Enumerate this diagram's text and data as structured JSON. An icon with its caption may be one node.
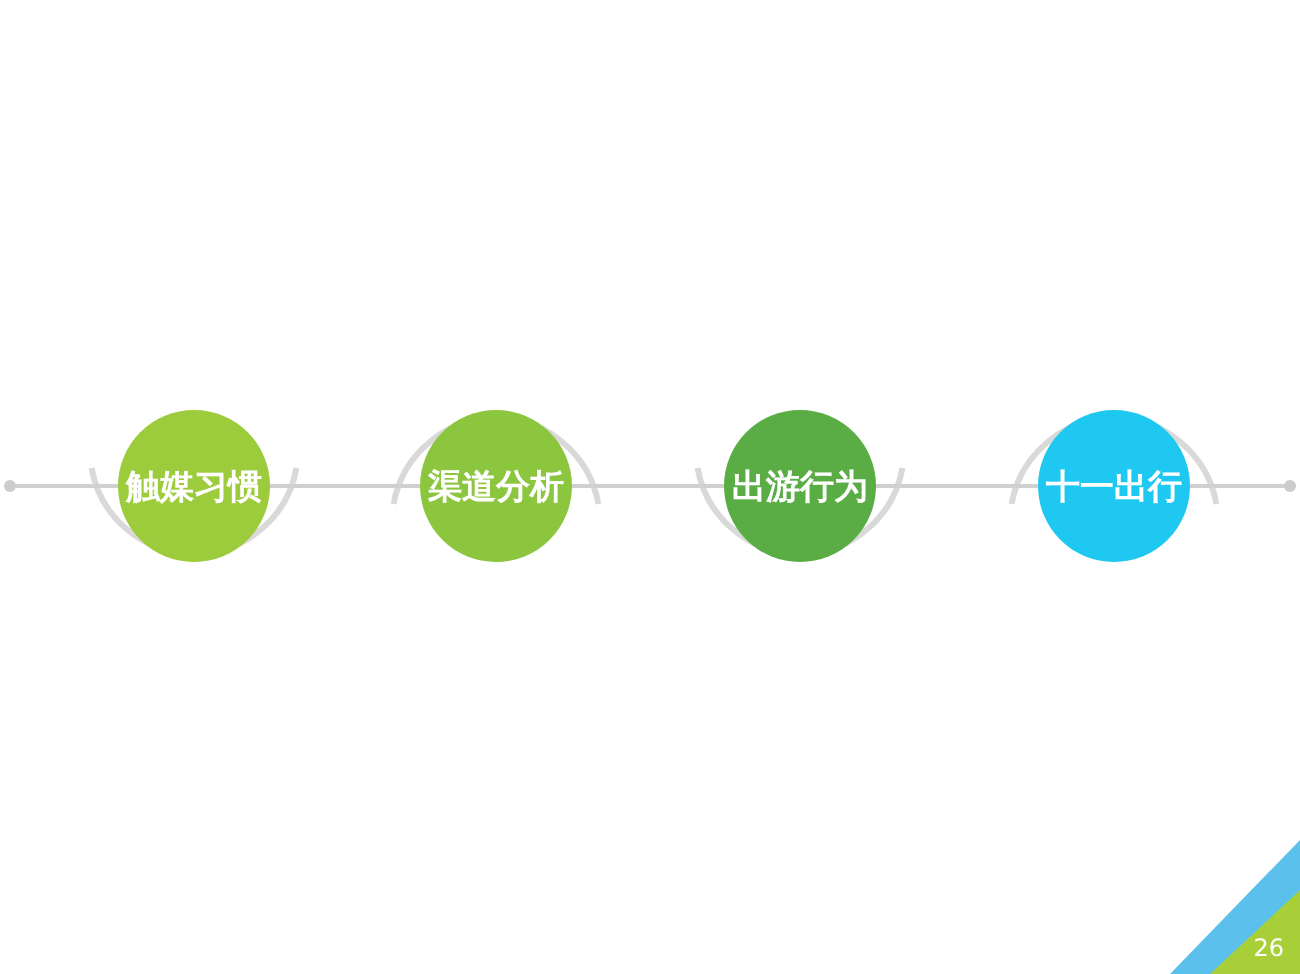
{
  "diagram": {
    "nodes": [
      {
        "text": [
          "触媒习惯"
        ]
      },
      {
        "text": [
          "渠道分析"
        ]
      },
      {
        "text": [
          "出游行为"
        ]
      },
      {
        "text": [
          "十一出行"
        ]
      }
    ],
    "edges": [
      {
        "from": null,
        "to": 0,
        "arrow": "other"
      },
      {
        "from": 0,
        "to": 1,
        "arrow": "none"
      },
      {
        "from": 1,
        "to": 2,
        "arrow": "none"
      },
      {
        "from": 2,
        "to": 3,
        "arrow": "none"
      },
      {
        "from": 3,
        "to": null,
        "arrow": "other"
      }
    ],
    "labels": [
      "26"
    ]
  }
}
